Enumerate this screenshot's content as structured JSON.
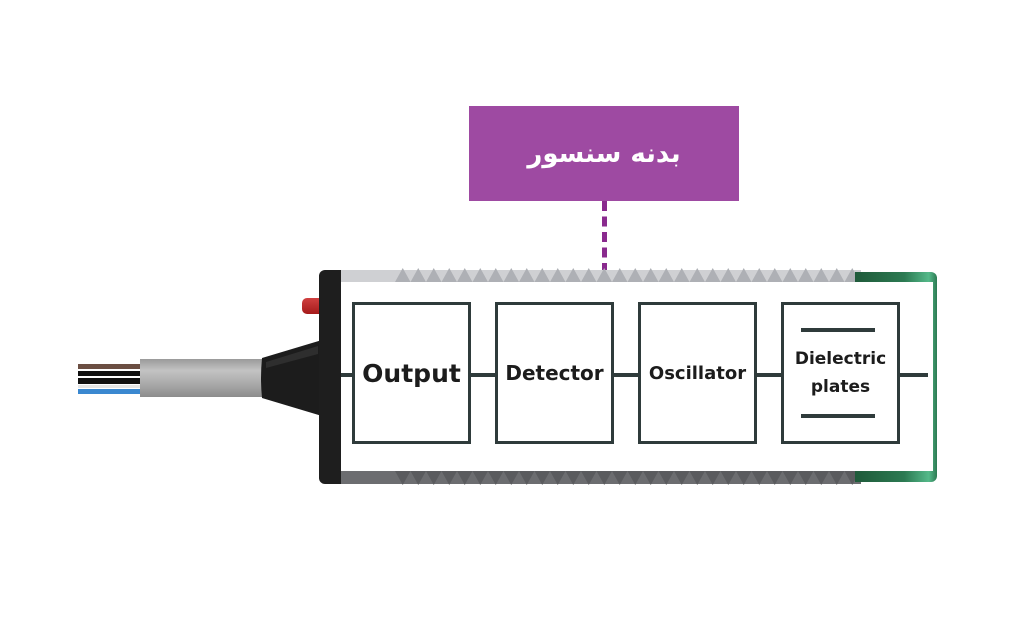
{
  "callout": {
    "label": "بدنه سنسور",
    "color": "#9e4aa2"
  },
  "blocks": [
    {
      "id": "output",
      "label": "Output"
    },
    {
      "id": "detector",
      "label": "Detector"
    },
    {
      "id": "oscillator",
      "label": "Oscillator"
    },
    {
      "id": "dielectric",
      "label": "Dielectric plates"
    }
  ],
  "cable": {
    "wire_colors": [
      "#6b4e42",
      "#111111",
      "#e6e6e6",
      "#3a88d0"
    ]
  },
  "colors": {
    "block_stroke": "#2f3b3b",
    "sensor_cap": "#2c7a52",
    "indicator_led": "#c02828"
  }
}
